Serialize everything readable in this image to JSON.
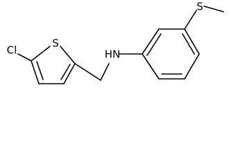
{
  "molecule": {
    "atoms": {
      "cl": "Cl",
      "s_ring": "S",
      "nh": "HN",
      "s_methyl": "S"
    }
  }
}
